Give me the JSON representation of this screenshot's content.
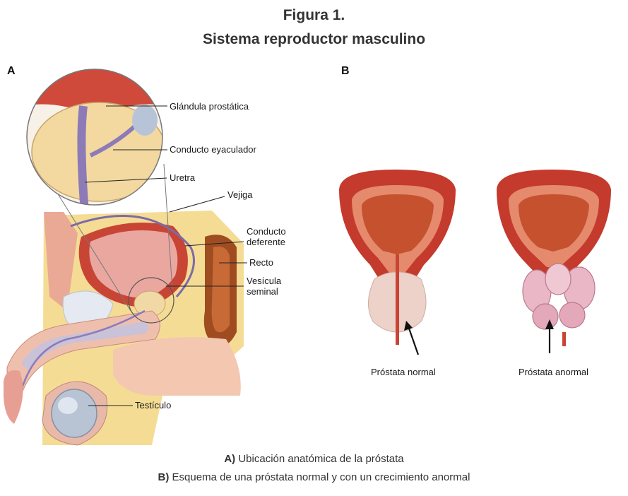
{
  "figure": {
    "title_line1": "Figura 1.",
    "title_line2": "Sistema reproductor masculino"
  },
  "panel_a": {
    "letter": "A",
    "labels": {
      "prostate": "Glándula prostática",
      "ejaculatory_duct": "Conducto eyaculador",
      "urethra": "Uretra",
      "bladder": "Vejiga",
      "vas_deferens_1": "Conducto",
      "vas_deferens_2": "deferente",
      "rectum": "Recto",
      "seminal_vesicle_1": "Vesícula",
      "seminal_vesicle_2": "seminal",
      "testicle": "Testículo"
    }
  },
  "panel_b": {
    "letter": "B",
    "labels": {
      "normal": "Próstata normal",
      "abnormal": "Próstata anormal"
    }
  },
  "caption": {
    "a_letter": "A)",
    "a_text": " Ubicación anatómica de la próstata",
    "b_letter": "B)",
    "b_text": " Esquema de una próstata normal y con un crecimiento anormal"
  },
  "colors": {
    "bladder_red": "#c43a2c",
    "tissue_pink": "#ec9e93",
    "fat_yellow": "#f3d27c",
    "urethra_purple": "#8d7bb8",
    "rectum_brown": "#9a4a1e"
  }
}
